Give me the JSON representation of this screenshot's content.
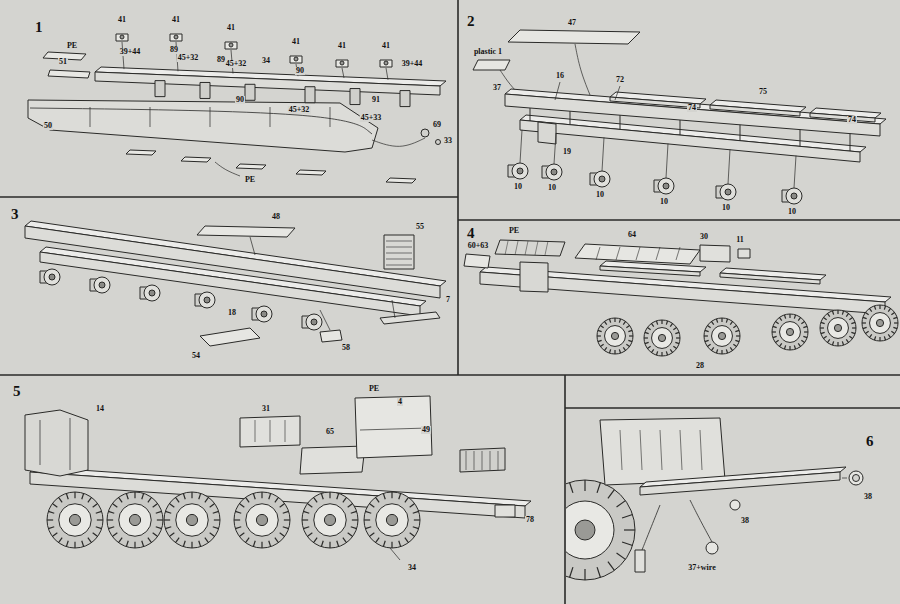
{
  "diagram": {
    "nodes": [
      {
        "text": [
          "1"
        ]
      },
      {
        "text": [
          "2"
        ]
      },
      {
        "text": [
          "3"
        ]
      },
      {
        "text": [
          "4"
        ]
      },
      {
        "text": [
          "5"
        ]
      },
      {
        "text": [
          "6"
        ]
      }
    ],
    "labels": [
      "41",
      "41",
      "41",
      "41",
      "41",
      "41",
      "PE",
      "51",
      "39+44",
      "89",
      "45+32",
      "89",
      "45+32",
      "34",
      "90",
      "90",
      "45+32",
      "91",
      "45+33",
      "39+44",
      "50",
      "PE",
      "69",
      "33",
      "47",
      "plastic 1",
      "37",
      "16",
      "72",
      "74",
      "75",
      "74",
      "19",
      "10",
      "10",
      "10",
      "10",
      "10",
      "10",
      "48",
      "55",
      "18",
      "7",
      "54",
      "58",
      "PE",
      "64",
      "30",
      "11",
      "60+63",
      "28",
      "14",
      "31",
      "65",
      "PE",
      "4",
      "49",
      "78",
      "34",
      "38",
      "38",
      "37+wire"
    ]
  }
}
